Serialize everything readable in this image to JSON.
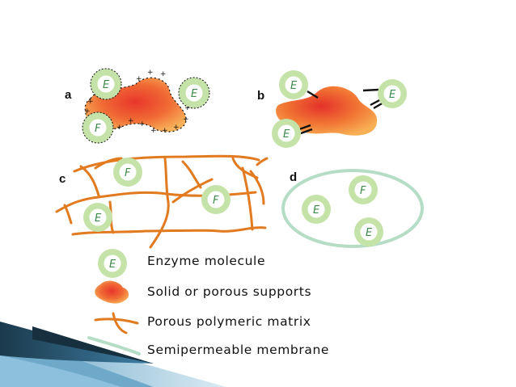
{
  "panels": {
    "a": "a",
    "b": "b",
    "c": "c",
    "d": "d"
  },
  "enzyme_letter": "E",
  "enzyme_letter_alt": "F",
  "legend": {
    "enzyme": "Enzyme molecule",
    "support": "Solid or porous supports",
    "matrix": "Porous polymeric matrix",
    "membrane": "Semipermeable membrane"
  },
  "colors": {
    "enzyme_fill": "#c5e3a8",
    "enzyme_inner": "#ffffff",
    "enzyme_text": "#3e8a4c",
    "support_core": "#e8362b",
    "support_edge": "#f7a04a",
    "matrix": "#e27a1f",
    "membrane": "#b5ddc5",
    "slide_dark": "#17303f",
    "slide_blue": "#3f7fa6",
    "slide_light": "#a9cde0"
  }
}
